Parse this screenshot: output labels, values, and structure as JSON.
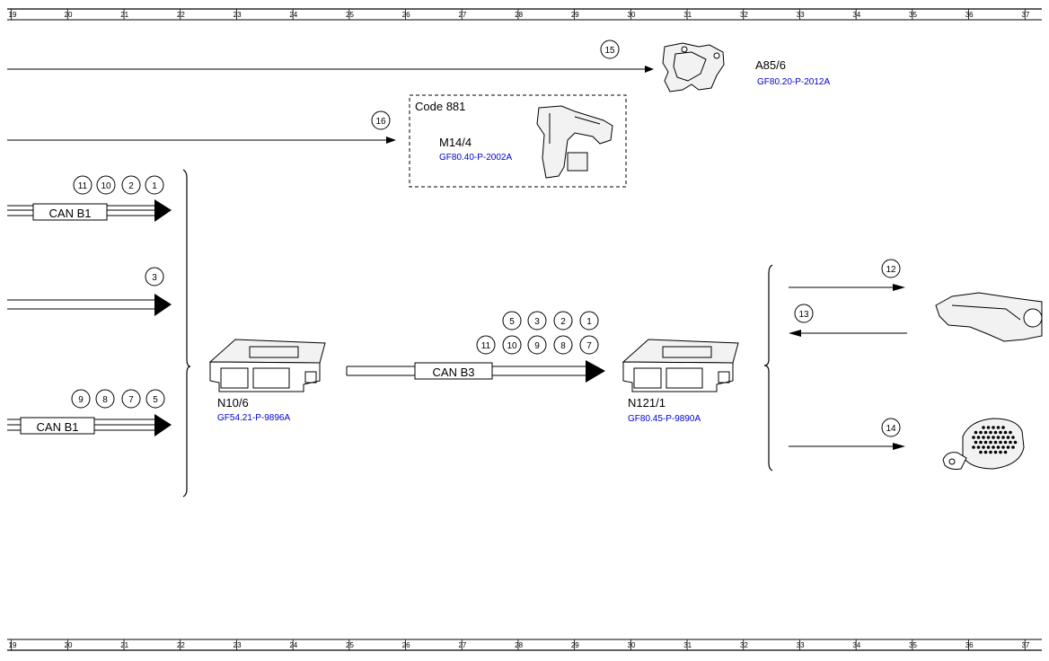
{
  "grid_numbers": [
    "19",
    "20",
    "21",
    "22",
    "23",
    "24",
    "25",
    "26",
    "27",
    "28",
    "29",
    "30",
    "31",
    "32",
    "33",
    "34",
    "35",
    "36",
    "37"
  ],
  "components": {
    "a85_6": {
      "label": "A85/6",
      "ref": "GF80.20-P-2012A"
    },
    "m14_4": {
      "label": "M14/4",
      "ref": "GF80.40-P-2002A",
      "code": "Code 881"
    },
    "n10_6": {
      "label": "N10/6",
      "ref": "GF54.21-P-9896A"
    },
    "n121_1": {
      "label": "N121/1",
      "ref": "GF80.45-P-9890A"
    }
  },
  "bus_labels": {
    "can_b1_top": "CAN B1",
    "can_b1_bottom": "CAN B1",
    "can_b3": "CAN B3"
  },
  "signals": {
    "s15": "15",
    "s16": "16",
    "group_top": [
      "11",
      "10",
      "2",
      "1"
    ],
    "s3": "3",
    "group_bottom": [
      "9",
      "8",
      "7",
      "5"
    ],
    "group_b3_row1": [
      "5",
      "3",
      "2",
      "1"
    ],
    "group_b3_row2": [
      "11",
      "10",
      "9",
      "8",
      "7"
    ],
    "s12": "12",
    "s13": "13",
    "s14": "14"
  }
}
